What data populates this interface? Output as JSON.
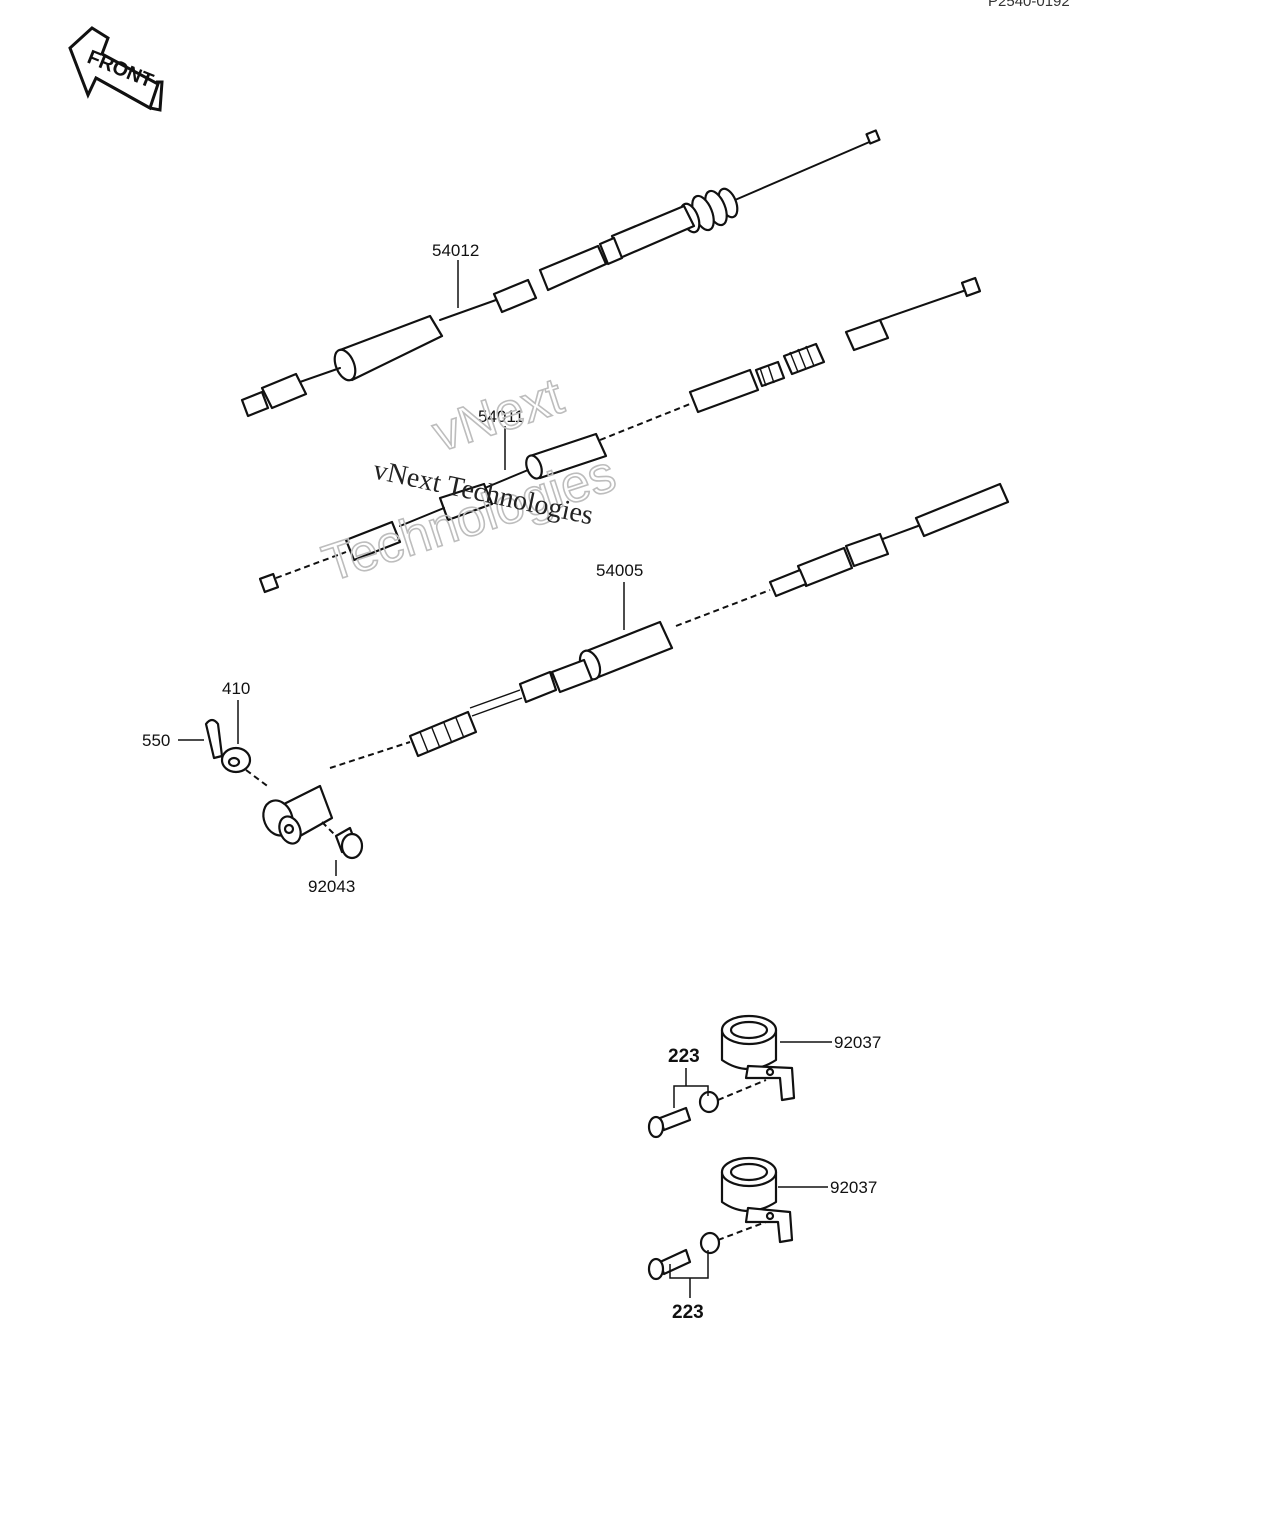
{
  "diagram": {
    "figure_code": "P2540-0192",
    "front_arrow": {
      "label": "FRONT",
      "icon": "front-arrow-icon"
    },
    "watermark": {
      "text": "vNext Technologies",
      "outline_line1": "vNext",
      "outline_line2": "Technologies"
    },
    "parts": {
      "cable_54012": "54012",
      "cable_54011": "54011",
      "cable_54005": "54005",
      "cotter_pin": "550",
      "washer": "410",
      "clevis_pin": "92043",
      "clamp_top": "92037",
      "clamp_bottom": "92037",
      "screw_set_top": "223",
      "screw_set_bottom": "223"
    }
  }
}
